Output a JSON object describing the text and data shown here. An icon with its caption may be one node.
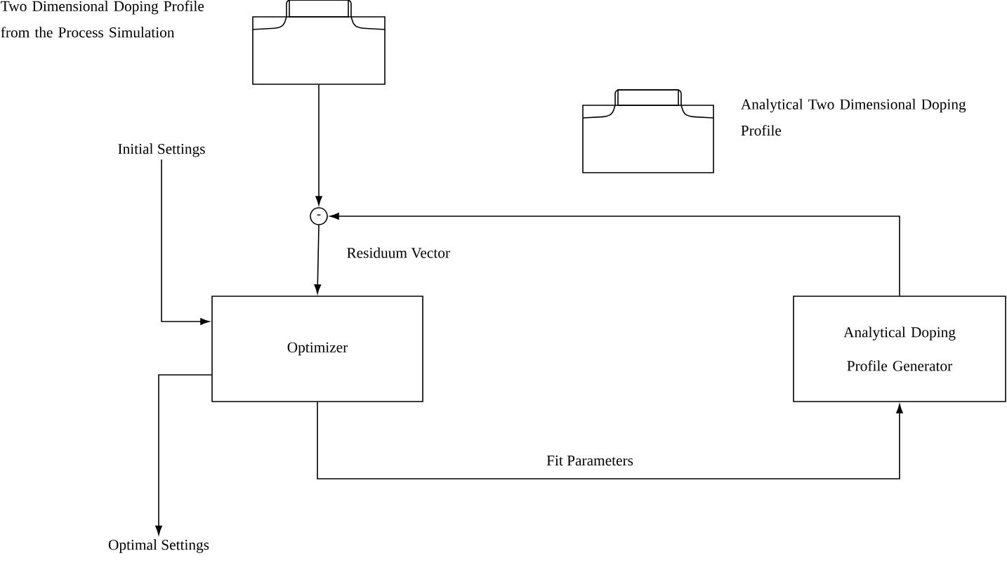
{
  "diagram": {
    "nodes": [
      {
        "text": [],
        "shape": "picture"
      },
      {
        "text": [],
        "shape": "picture",
        "beside": [
          "Analytical Two Dimensional Doping Profile"
        ]
      },
      {
        "text": [
          "Initial Settings"
        ]
      },
      {
        "text": [
          "-"
        ]
      },
      {
        "text": [
          "Optimizer"
        ]
      },
      {
        "text": [
          "Analytical Doping Profile Generator"
        ]
      },
      {
        "text": [
          "Optimal Settings"
        ]
      }
    ],
    "edges": [
      {
        "from": 0,
        "to": 3,
        "arrow": "to"
      },
      {
        "from": 5,
        "to": 3,
        "arrow": "to"
      },
      {
        "from": 3,
        "to": 4,
        "arrow": "to",
        "label": "Residuum Vector"
      },
      {
        "from": 2,
        "to": 4,
        "arrow": "to"
      },
      {
        "from": 4,
        "to": 6,
        "arrow": "to"
      },
      {
        "from": 4,
        "to": 5,
        "arrow": "to",
        "label": "Fit Parameters"
      }
    ],
    "labels": [
      "Two Dimensional Doping Profile from the Process Simulation"
    ]
  }
}
